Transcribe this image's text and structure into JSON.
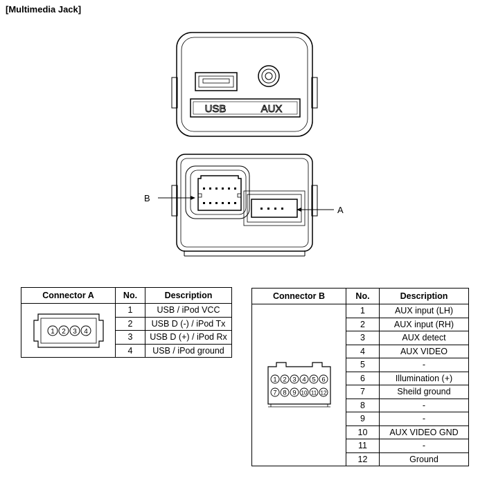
{
  "title": "[Multimedia Jack]",
  "front_labels": {
    "usb": "USB",
    "aux": "AUX"
  },
  "callouts": {
    "b": "B",
    "a": "A"
  },
  "connector_a": {
    "header": {
      "connector": "Connector A",
      "no": "No.",
      "description": "Description"
    },
    "pin_labels": [
      "1",
      "2",
      "3",
      "4"
    ],
    "rows": [
      {
        "no": "1",
        "description": "USB / iPod VCC"
      },
      {
        "no": "2",
        "description": "USB D (-) / iPod Tx"
      },
      {
        "no": "3",
        "description": "USB D (+) / iPod Rx"
      },
      {
        "no": "4",
        "description": "USB / iPod ground"
      }
    ]
  },
  "connector_b": {
    "header": {
      "connector": "Connector B",
      "no": "No.",
      "description": "Description"
    },
    "pin_labels_top": [
      "1",
      "2",
      "3",
      "4",
      "5",
      "6"
    ],
    "pin_labels_bottom": [
      "7",
      "8",
      "9",
      "10",
      "11",
      "12"
    ],
    "rows": [
      {
        "no": "1",
        "description": "AUX input (LH)"
      },
      {
        "no": "2",
        "description": "AUX input (RH)"
      },
      {
        "no": "3",
        "description": "AUX detect"
      },
      {
        "no": "4",
        "description": "AUX VIDEO"
      },
      {
        "no": "5",
        "description": "-"
      },
      {
        "no": "6",
        "description": "Illumination (+)"
      },
      {
        "no": "7",
        "description": "Sheild ground"
      },
      {
        "no": "8",
        "description": "-"
      },
      {
        "no": "9",
        "description": "-"
      },
      {
        "no": "10",
        "description": "AUX VIDEO GND"
      },
      {
        "no": "11",
        "description": "-"
      },
      {
        "no": "12",
        "description": "Ground"
      }
    ]
  }
}
